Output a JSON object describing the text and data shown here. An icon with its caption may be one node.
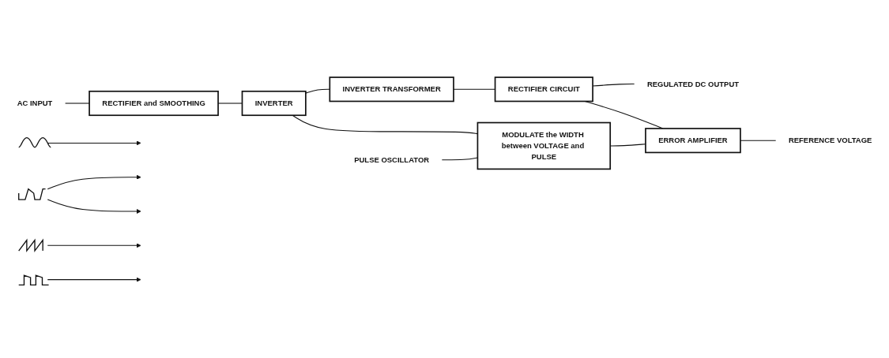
{
  "diagram": {
    "nodes": [
      {
        "text": [
          "AC INPUT"
        ]
      },
      {
        "text": [],
        "shape": "picture"
      },
      {
        "text": [
          "RECTIFIER and SMOOTHING"
        ]
      },
      {
        "text": [
          "INVERTER"
        ]
      },
      {
        "text": [],
        "shape": "picture"
      },
      {
        "text": [
          "INVERTER TRANSFORMER"
        ]
      },
      {
        "text": [
          "RECTIFIER CIRCUIT"
        ]
      },
      {
        "text": [
          "REGULATED DC OUTPUT"
        ]
      },
      {
        "text": [],
        "shape": "picture"
      },
      {
        "text": [],
        "shape": "picture"
      },
      {
        "text": [
          "PULSE OSCILLATOR"
        ]
      },
      {
        "text": [
          "MODULATE the WIDTH between VOLTAGE and PULSE"
        ]
      },
      {
        "text": [
          "ERROR AMPLIFIER"
        ]
      },
      {
        "text": [
          "REFERENCE VOLTAGE"
        ]
      }
    ],
    "edges": [
      {
        "from": 0,
        "to": 2,
        "arrow": "none"
      },
      {
        "from": 2,
        "to": 3,
        "arrow": "none"
      },
      {
        "from": 3,
        "to": 5,
        "arrow": "none"
      },
      {
        "from": 5,
        "to": 6,
        "arrow": "none"
      },
      {
        "from": 6,
        "to": 7,
        "arrow": "none"
      },
      {
        "from": 6,
        "to": 12,
        "arrow": "none"
      },
      {
        "from": 3,
        "to": 11,
        "arrow": "none"
      },
      {
        "from": 10,
        "to": 11,
        "arrow": "none"
      },
      {
        "from": 11,
        "to": 12,
        "arrow": "none"
      },
      {
        "from": 12,
        "to": 13,
        "arrow": "none"
      },
      {
        "from": 1,
        "to": null,
        "arrow": "to"
      },
      {
        "from": 4,
        "to": null,
        "arrow": "to"
      },
      {
        "from": 4,
        "to": null,
        "arrow": "to"
      },
      {
        "from": 8,
        "to": null,
        "arrow": "to"
      },
      {
        "from": 9,
        "to": null,
        "arrow": "to"
      }
    ]
  }
}
